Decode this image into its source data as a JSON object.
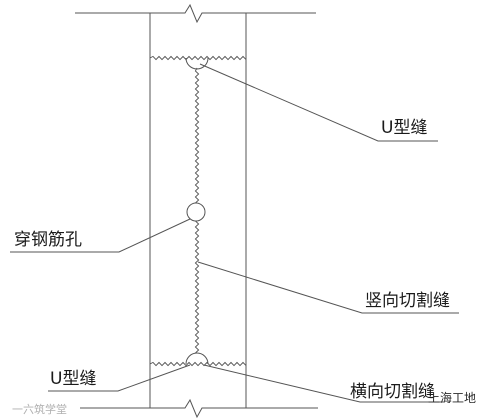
{
  "labels": {
    "u_seam_top": "U型缝",
    "rebar_hole": "穿钢筋孔",
    "vertical_cut": "竖向切割缝",
    "u_seam_bottom": "U型缝",
    "horizontal_cut": "横向切割缝"
  },
  "watermarks": {
    "left": "一六筑学堂",
    "right": "上海工地"
  },
  "colors": {
    "line": "#555555",
    "text": "#1a1a1a"
  }
}
